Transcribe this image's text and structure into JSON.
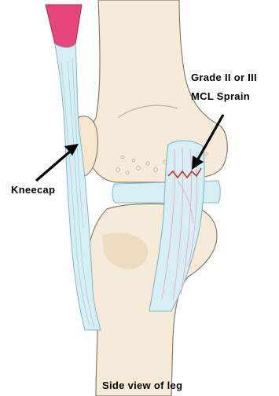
{
  "labels": {
    "grade_line": "Grade II or III",
    "mcl_line": "MCL Sprain",
    "kneecap": "Kneecap",
    "caption": "Side view of leg"
  },
  "colors": {
    "bone_fill": "#f6ebd9",
    "bone_outline": "#8a7a68",
    "ligament_fill": "#d7eff4",
    "ligament_outline": "#7fb8c8",
    "muscle": "#e6457a",
    "tear_line": "#c0392b",
    "fiber_pink": "#e7a6c4",
    "arrow": "#000000"
  },
  "icons": [
    "arrow-to-kneecap",
    "arrow-to-tear"
  ]
}
